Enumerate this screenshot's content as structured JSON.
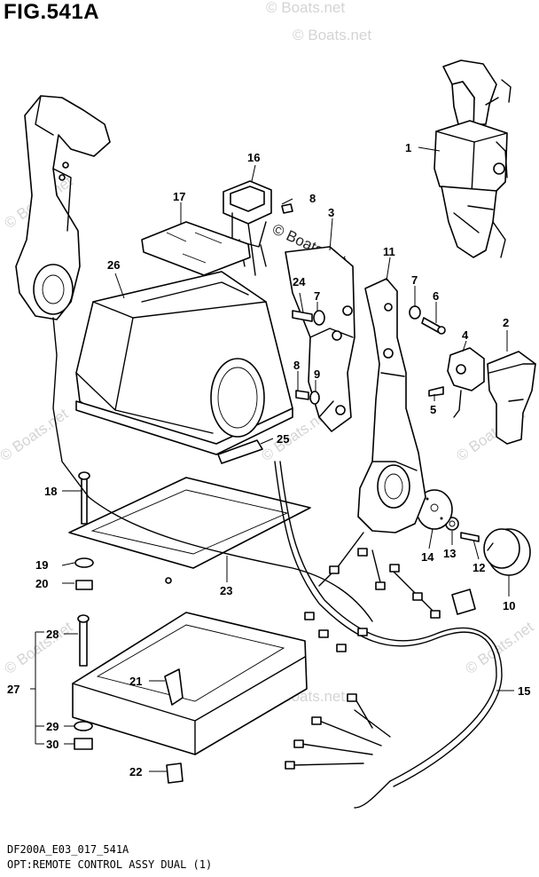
{
  "title": "FIG.541A",
  "footer": {
    "code": "DF200A_E03_017_541A",
    "description": "OPT:REMOTE CONTROL ASSY DUAL (1)"
  },
  "watermark": "© Boats.net",
  "callouts": [
    "1",
    "2",
    "3",
    "4",
    "5",
    "6",
    "7",
    "7",
    "8",
    "8",
    "9",
    "10",
    "11",
    "12",
    "13",
    "14",
    "15",
    "16",
    "17",
    "18",
    "19",
    "20",
    "21",
    "22",
    "23",
    "24",
    "25",
    "26",
    "27",
    "28",
    "29",
    "30"
  ]
}
